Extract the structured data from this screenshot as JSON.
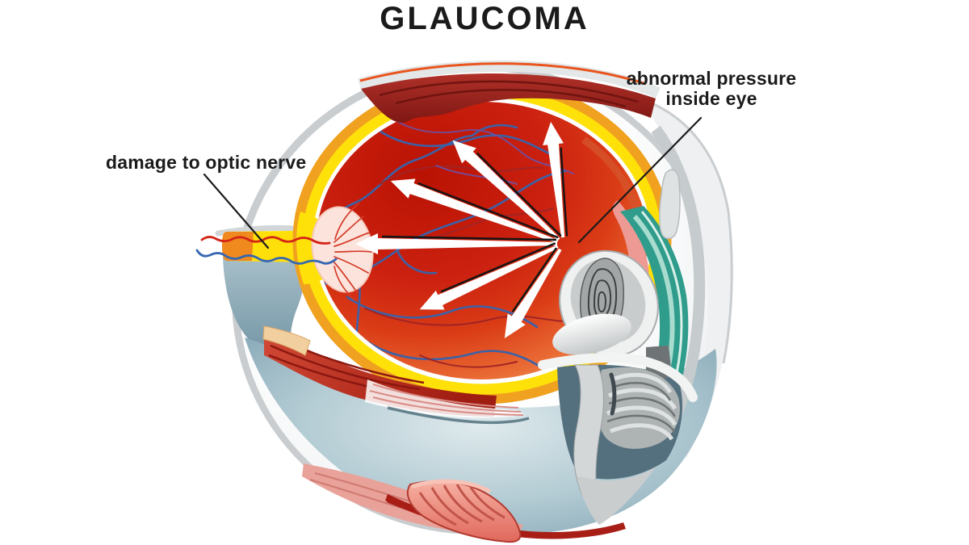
{
  "title": "GLAUCOMA",
  "labels": {
    "pressure": {
      "line1": "abnormal pressure",
      "line2": "inside eye"
    },
    "optic_nerve": {
      "text": "damage to optic nerve"
    }
  },
  "illustration": {
    "arrow_count": 6,
    "palette": {
      "background": "#ffffff",
      "ink": "#1b1b1b",
      "ring_yellow": "#ffe10a",
      "ring_orange": "#f0a11f",
      "vitreous_red": "#c41505",
      "vitreous_peach": "#f5a774",
      "vessel_blue": "#3b62a8",
      "vessel_red": "#a02425",
      "vessel_purple": "#6f4f9f",
      "ciliary_teal": "#2f9c8c",
      "band_pink": "#ee9a94",
      "sclera_gray": "#c9cdd0",
      "bowl_blue": "#8fb3c0",
      "muscle_crimson": "#a5231c",
      "muscle_salmon": "#ee8b7e",
      "muscle_pink": "#e9a29a",
      "lens_gray": "#c9cccd",
      "optic_disc_pink": "#fce3dc",
      "arrow_white": "#ffffff"
    }
  }
}
